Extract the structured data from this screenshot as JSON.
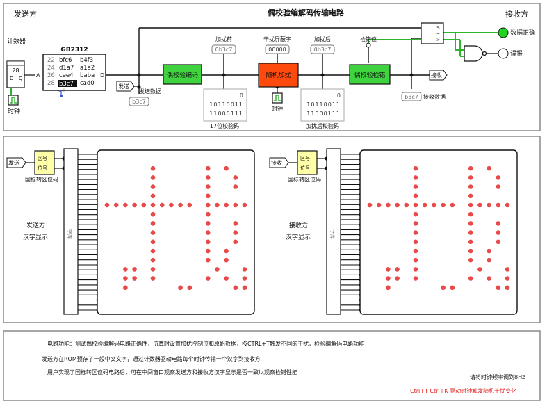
{
  "top": {
    "title": "偶校验编解码传输电路",
    "sender_label": "发送方",
    "receiver_label": "接收方",
    "counter_label": "计数器",
    "counter_value": "28",
    "counter_pins": {
      "d": "D",
      "q": "Q",
      "a_port": "A",
      "d_port": "D"
    },
    "clock_label": "时钟",
    "rom": {
      "title": "GB2312",
      "rows": [
        {
          "addr": "22",
          "c1": "bfc6",
          "c2": "b4f3"
        },
        {
          "addr": "24",
          "c1": "d1a7",
          "c2": "a1a2"
        },
        {
          "addr": "26",
          "c1": "cee4",
          "c2": "baba"
        },
        {
          "addr": "28",
          "c1": "b3c7",
          "c2": "cad0"
        }
      ],
      "sel_label": "sel"
    },
    "send_tag": "发送",
    "send_data_label": "发送数据",
    "send_data_value": "b3c7",
    "encoder_label": "偶校验编码",
    "before_label": "加扰前",
    "before_value": "0b3c7",
    "noise_mask_label": "干扰屏蔽字",
    "noise_mask_value": "00000",
    "noise_label": "随机加扰",
    "noise_clock_label": "时钟",
    "after_label": "加扰后",
    "after_value": "0b3c7",
    "error_bit_label": "检错位",
    "checker_label": "偶校验检错",
    "recv_tag": "接收",
    "recv_data_label": "接收数据",
    "recv_data_value": "b3c7",
    "code17_label": "17位校验码",
    "code17_bits": [
      "0",
      "10110011",
      "11000111"
    ],
    "after_code_label": "加扰后校验码",
    "after_code_bits": [
      "0",
      "10110011",
      "11000111"
    ],
    "correct_label": "数据正确",
    "error_label": "误报",
    "comparator_symbols": {
      "lt": "<",
      "eq": "=",
      "gt": ">"
    }
  },
  "sender_panel": {
    "tag": "发送",
    "converter_lines": [
      "区号",
      "位号"
    ],
    "converter_label": "国标转区位码",
    "font_label": "字库",
    "display_label": "发送方",
    "display_label2": "汉字显示"
  },
  "receiver_panel": {
    "tag": "接收",
    "converter_lines": [
      "区号",
      "位号"
    ],
    "converter_label": "国标转区位码",
    "font_label": "字库",
    "display_label": "接收方",
    "display_label2": "汉字显示"
  },
  "glyph": {
    "name": "城",
    "on_color": "#e84a4a",
    "rows": [
      "................",
      ".....#.....#.#..",
      ".....#.....#..#.",
      ".....#.....#..#.",
      ".....#.....#....",
      "##########.#####",
      ".....#.....#....",
      ".....#.....#..#.",
      ".....#.....#..#.",
      ".....#.....#..#.",
      ".....#.....#.#..",
      ".....#.....#.#..",
      "..##.#......#..#",
      "..##.#.....#.#.#",
      "..#.....##....##",
      "................"
    ]
  },
  "bottom": {
    "line1": "电路功能：测试偶校验编解码电路正确性，仿真时设置加扰控制位和原始数据，按CTRL+T触发不同的干扰，检验编解码电路功能",
    "line2": "发送方在ROM预存了一段中文文字，通过计数器驱动电路每个时钟传输一个汉字到接收方",
    "line3": "用户实现了国标转区位码电路后，可在中间窗口观察发送方和接收方汉字显示是否一致以观察检错性能",
    "freq_hint": "请将时钟频率调到8Hz",
    "shortcut_hint": "Ctrl+T  Ctrl+K 驱动时钟触发随机干扰变化"
  }
}
